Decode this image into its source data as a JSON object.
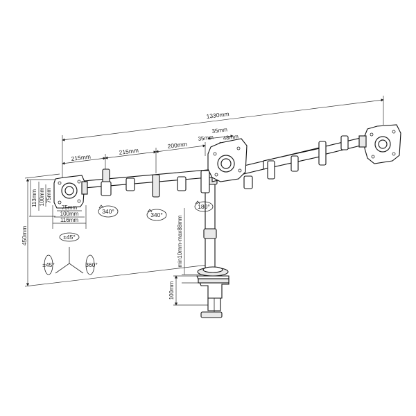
{
  "dimensions": {
    "total_width": "1330mm",
    "seg_1": "215mm",
    "seg_2": "215mm",
    "seg_3": "200mm",
    "center_35_a": "35mm",
    "center_35_b": "35mm",
    "center_48": "48mm",
    "height_450": "450mm",
    "vesa_h_113": "113mm",
    "vesa_h_100": "100mm",
    "vesa_h_75": "75mm",
    "vesa_w_75": "75mm",
    "vesa_w_100": "100mm",
    "vesa_w_116": "116mm",
    "clamp_range": "min10mm-max88mm",
    "clamp_height": "100mm"
  },
  "rotations": {
    "arm_left": "340°",
    "arm_mid": "340°",
    "pole": "180°",
    "tilt": "±45°",
    "swivel": "±45°",
    "rotate": "360°"
  }
}
